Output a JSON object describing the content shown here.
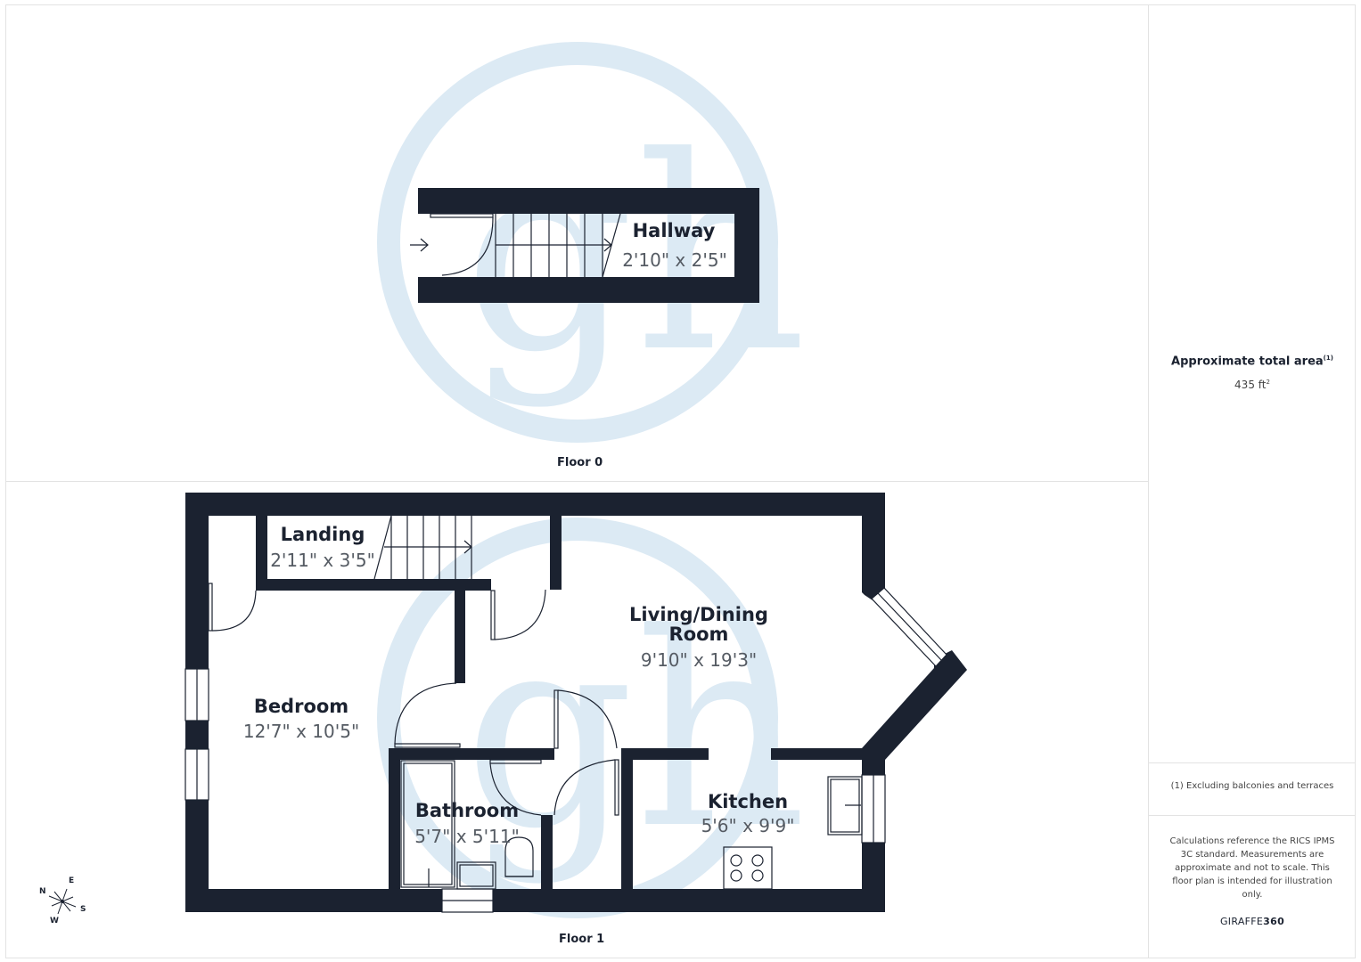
{
  "floors": [
    {
      "label": "Floor 0",
      "rooms": [
        {
          "name": "Hallway",
          "dimensions": "2'10\" x 2'5\""
        }
      ]
    },
    {
      "label": "Floor 1",
      "rooms": [
        {
          "name": "Landing",
          "dimensions": "2'11\" x 3'5\""
        },
        {
          "name": "Living/Dining Room",
          "name_line1": "Living/Dining",
          "name_line2": "Room",
          "dimensions": "9'10\" x 19'3\""
        },
        {
          "name": "Bedroom",
          "dimensions": "12'7\" x 10'5\""
        },
        {
          "name": "Bathroom",
          "dimensions": "5'7\" x 5'11\""
        },
        {
          "name": "Kitchen",
          "dimensions": "5'6\" x 9'9\""
        }
      ]
    }
  ],
  "summary": {
    "title": "Approximate total area",
    "title_footnote": "(1)",
    "area_value": "435 ft",
    "area_unit_sup": "2",
    "footnote": "(1) Excluding balconies and terraces",
    "disclaimer": "Calculations reference the RICS IPMS 3C standard. Measurements are approximate and not to scale. This floor plan is intended for illustration only.",
    "brand_prefix": "GIRAFFE",
    "brand_suffix": "360"
  },
  "compass": {
    "n": "N",
    "e": "E",
    "s": "S",
    "w": "W"
  },
  "colors": {
    "wall": "#1b2230",
    "watermark": "#dceaf4",
    "text_dark": "#1b2230",
    "text_dim": "#555b63",
    "divider": "#e3e3e3"
  }
}
